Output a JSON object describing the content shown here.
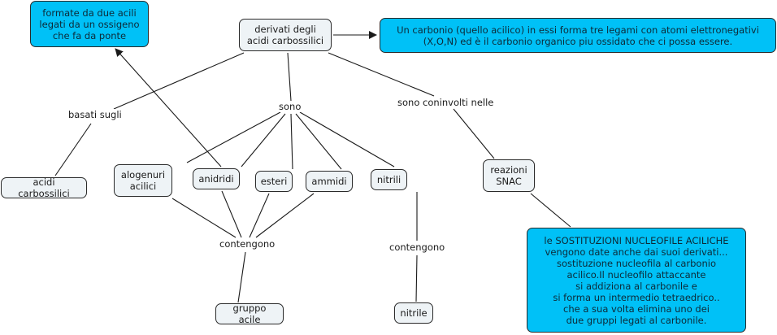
{
  "concepts": {
    "root": "derivati degli\nacidi carbossilici",
    "bridge_def": "formate da due acili\nlegati da un ossigeno\nche fa da ponte",
    "carbon_def": "Un carbonio (quello acilico) in essi forma tre legami con atomi elettronegativi\n(X,O,N) ed è il carbonio organico piu ossidato che ci possa essere.",
    "acidi": "acidi carbossilici",
    "alogenuri": "alogenuri\nacilici",
    "anidridi": "anidridi",
    "esteri": "esteri",
    "ammidi": "ammidi",
    "nitrili": "nitrili",
    "reazioni": "reazioni\nSNAC",
    "gruppo": "gruppo acile",
    "nitrile": "nitrile",
    "snac_def": "le SOSTITUZIONI NUCLEOFILE ACILICHE\nvengono date anche dai suoi derivati...\nsostituzione nucleofila al carbonio\nacilico.Il nucleofilo attaccante\nsi addiziona al carbonile e\nsi forma un intermedio tetraedrico..\nche a sua volta elimina uno dei\ndue gruppi legati al carbonile."
  },
  "linking_phrases": {
    "basati": "basati sugli",
    "sono": "sono",
    "coinvolti": "sono coninvolti nelle",
    "contengono1": "contengono",
    "contengono2": "contengono"
  },
  "colors": {
    "concept_fill": "#eef3f6",
    "highlight_fill": "#00c1f7",
    "line": "#1a1a1a"
  }
}
